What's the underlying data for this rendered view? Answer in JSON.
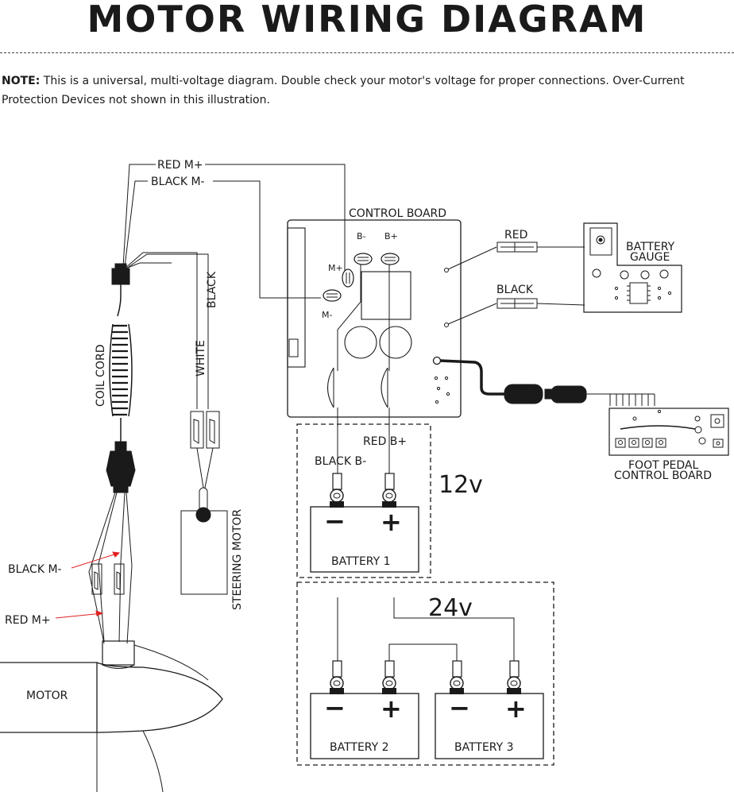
{
  "title": "MOTOR WIRING DIAGRAM",
  "note": {
    "label": "NOTE:",
    "text": "This is a universal, multi-voltage diagram. Double check your motor's voltage for proper connections. Over-Current Protection Devices not shown in this illustration."
  },
  "labels": {
    "red_m_plus_top": "RED M+",
    "black_m_minus_top": "BLACK M-",
    "control_board": "CONTROL BOARD",
    "b_minus": "B-",
    "b_plus": "B+",
    "m_plus": "M+",
    "m_minus": "M-",
    "red": "RED",
    "black": "BLACK",
    "battery_gauge_1": "BATTERY",
    "battery_gauge_2": "GAUGE",
    "coil_cord": "COIL CORD",
    "white": "WHITE",
    "black_vertical": "BLACK",
    "steering_motor": "STEERING MOTOR",
    "foot_pedal_1": "FOOT PEDAL",
    "foot_pedal_2": "CONTROL BOARD",
    "red_b_plus": "RED B+",
    "black_b_minus": "BLACK B-",
    "v12": "12v",
    "v24": "24v",
    "battery1": "BATTERY 1",
    "battery2": "BATTERY 2",
    "battery3": "BATTERY 3",
    "black_m_minus_left": "BLACK M-",
    "red_m_plus_left": "RED M+",
    "motor": "MOTOR",
    "minus_sign": "−",
    "plus_sign": "+"
  },
  "colors": {
    "ink": "#1a1a1a",
    "red_arrow": "#e02020"
  }
}
